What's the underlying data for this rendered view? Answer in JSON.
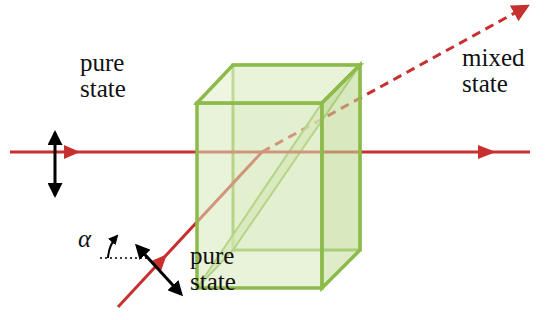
{
  "diagram": {
    "labels": [
      "pure state",
      "mixed state",
      "pure state",
      "α"
    ]
  }
}
